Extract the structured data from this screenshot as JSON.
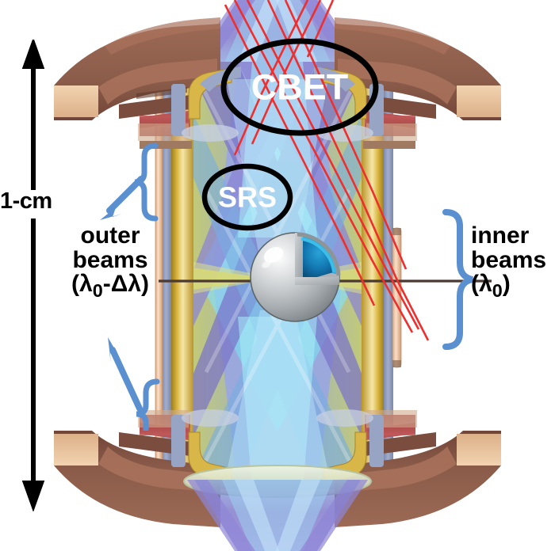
{
  "figure": {
    "kind": "icf-hohlraum-cutaway-diagram",
    "background": "#ffffff"
  },
  "scale": {
    "label": "1-cm",
    "arrow": "double-headed-vertical",
    "color": "#000000"
  },
  "annotations": {
    "cbet": {
      "label": "CBET",
      "shape": "ellipse",
      "outline_color": "#000000",
      "text_color": "#ffffff"
    },
    "srs": {
      "label": "SRS",
      "shape": "ellipse",
      "outline_color": "#000000",
      "text_color": "#ffffff"
    }
  },
  "labels": {
    "outer": {
      "line1": "outer",
      "line2": "beams",
      "line3_pre": "(λ",
      "line3_sub": "0",
      "line3_post": "-Δλ)"
    },
    "inner": {
      "line1": "inner",
      "line2": "beams",
      "line3_pre": "(λ",
      "line3_sub": "0",
      "line3_post": ")"
    }
  },
  "pointers": {
    "color": "#5a8fd0",
    "brace_upper_left": "brace-right-facing",
    "brace_lower_left": "brace-right-facing",
    "brace_right": "brace-left-facing",
    "arrow_upper_left": "arrow-down-left",
    "arrow_lower_left": "arrow-up-left"
  },
  "colors": {
    "hohlraum_gold_wall": "#c9a227",
    "hohlraum_outer_wall": "#8e9bbd",
    "support_rod": "#f0c8a8",
    "assembly_brown": "#8b5c4a",
    "assembly_tan": "#e8c09a",
    "beam_purple": "#7b74c8",
    "beam_blue": "#7aaee0",
    "beam_cyan": "#8fe8f5",
    "plasma_olive": "#c3c45a",
    "capsule_shell": "#b9bdc0",
    "capsule_ice": "#1277b0",
    "cbet_ray": "#ef2e2e",
    "pointer_blue": "#5a8fd0"
  },
  "elements": {
    "capsule": "fusion-capsule-cutaway",
    "hohlraum": "gold-lined-cylindrical-hohlraum",
    "top_assembly": "laser-entrance-hole-hardware-top",
    "bottom_assembly": "laser-entrance-hole-hardware-bottom",
    "laser_cones_top": "converging-laser-beam-cone-top",
    "laser_cones_bottom": "converging-laser-beam-cone-bottom",
    "cbet_rays": "red-crossing-beam-rays"
  }
}
